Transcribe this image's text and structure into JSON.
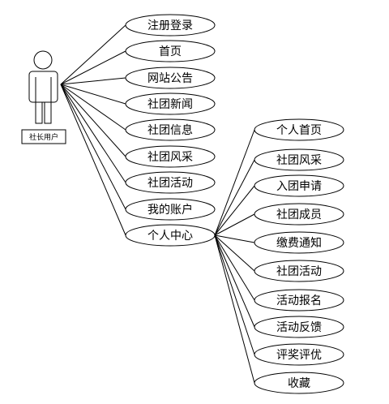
{
  "actor": {
    "label": "社长用户"
  },
  "main_use_cases": [
    {
      "label": "注册登录"
    },
    {
      "label": "首页"
    },
    {
      "label": "网站公告"
    },
    {
      "label": "社团新闻"
    },
    {
      "label": "社团信息"
    },
    {
      "label": "社团风采"
    },
    {
      "label": "社团活动"
    },
    {
      "label": "我的账户"
    },
    {
      "label": "个人中心"
    }
  ],
  "personal_center_use_cases": [
    {
      "label": "个人首页"
    },
    {
      "label": "社团风采"
    },
    {
      "label": "入团申请"
    },
    {
      "label": "社团成员"
    },
    {
      "label": "缴费通知"
    },
    {
      "label": "社团活动"
    },
    {
      "label": "活动报名"
    },
    {
      "label": "活动反馈"
    },
    {
      "label": "评奖评优"
    },
    {
      "label": "收藏"
    }
  ]
}
